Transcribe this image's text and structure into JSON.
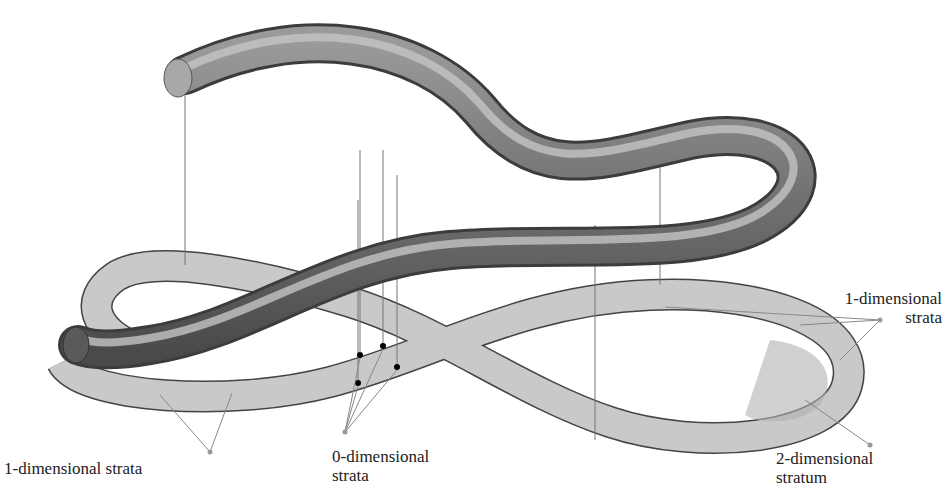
{
  "diagram": {
    "labels": [
      "1-dimensional strata",
      "1-dimensional strata",
      "0-dimensional strata",
      "2-dimensional stratum"
    ]
  }
}
